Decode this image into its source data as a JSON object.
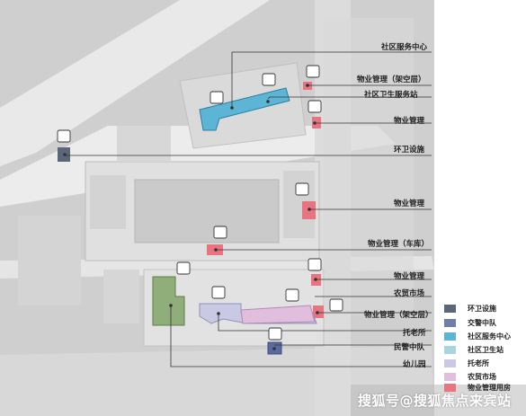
{
  "labels": [
    "社区服务中心",
    "物业管理（架空层）",
    "社区卫生服务站",
    "物业管理",
    "环卫设施",
    "物业管理",
    "物业管理（车库）",
    "物业管理",
    "农贸市场",
    "物业管理（架空层）",
    "托老所",
    "民警中队",
    "幼儿园"
  ],
  "legend": [
    {
      "label": "环卫设施",
      "color": "#5b6778"
    },
    {
      "label": "交警中队",
      "color": "#6f7fa6"
    },
    {
      "label": "社区服务中心",
      "color": "#5db5d6"
    },
    {
      "label": "社区卫生站",
      "color": "#a9d5df"
    },
    {
      "label": "托老所",
      "color": "#c9c9e4"
    },
    {
      "label": "农贸市场",
      "color": "#e1bede"
    },
    {
      "label": "物业管理用房",
      "color": "#e8747f"
    }
  ],
  "colors": {
    "sanitation": "#5b6778",
    "police": "#6f7fa6",
    "community_center": "#5db5d6",
    "health_station": "#a9d5df",
    "elderly_care": "#c9c9e4",
    "market": "#e1bede",
    "property": "#e8747f",
    "kindergarten": "#8fae79"
  },
  "watermark": "搜狐号@搜狐焦点来宾站"
}
